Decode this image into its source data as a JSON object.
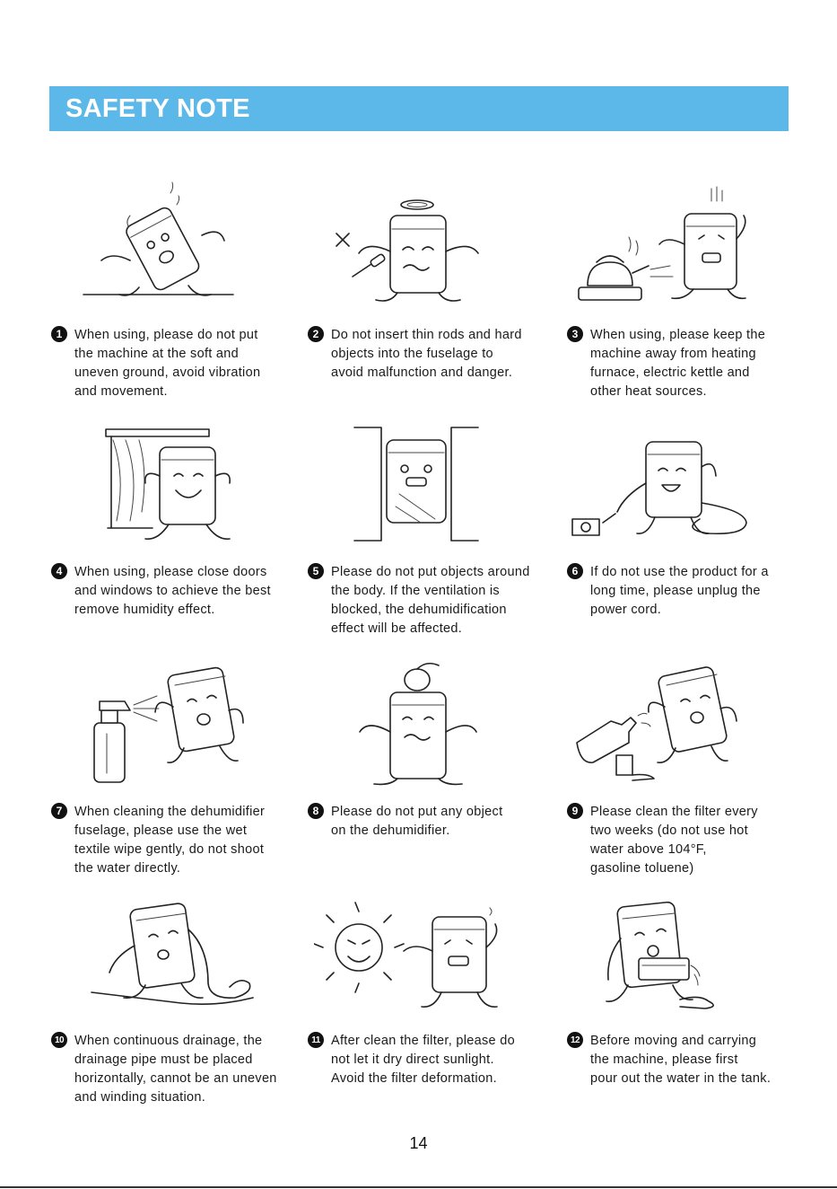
{
  "header": {
    "title": "SAFETY NOTE",
    "color": "#5bb8e8"
  },
  "items": [
    {
      "num": "1",
      "text": "When using, please do not put\nthe machine at the soft and\nuneven ground, avoid vibration\nand movement.",
      "icon": "tilted-dehumidifier-icon"
    },
    {
      "num": "2",
      "text": "Do not insert thin rods and hard\nobjects into the fuselage to\navoid malfunction and danger.",
      "icon": "screwdriver-icon"
    },
    {
      "num": "3",
      "text": "When using, please keep the\nmachine away from heating\nfurnace, electric kettle and\nother heat sources.",
      "icon": "kettle-icon"
    },
    {
      "num": "4",
      "text": "When using, please close doors\nand windows to achieve the best\nremove humidity effect.",
      "icon": "window-curtain-icon"
    },
    {
      "num": "5",
      "text": "Please do not put objects around\nthe body. If the ventilation is\nblocked, the dehumidification\neffect will be affected.",
      "icon": "blocked-walls-icon"
    },
    {
      "num": "6",
      "text": "If do not use the product for a\nlong time, please unplug the\npower cord.",
      "icon": "unplug-icon"
    },
    {
      "num": "7",
      "text": "When cleaning the dehumidifier\nfuselage, please use the wet\ntextile wipe gently, do not shoot\nthe water directly.",
      "icon": "spray-bottle-icon"
    },
    {
      "num": "8",
      "text": "Please do not put any object\non the dehumidifier.",
      "icon": "object-on-top-icon"
    },
    {
      "num": "9",
      "text": "Please clean the filter every\ntwo weeks (do not use hot\nwater above 104°F,\ngasoline toluene)",
      "icon": "bottle-icon"
    },
    {
      "num": "10",
      "text": "When continuous drainage, the\ndrainage pipe must be placed\nhorizontally, cannot be an uneven\nand winding situation.",
      "icon": "drain-hose-icon"
    },
    {
      "num": "11",
      "text": "After clean the filter, please do\nnot let it dry direct sunlight.\nAvoid the filter deformation.",
      "icon": "sun-icon"
    },
    {
      "num": "12",
      "text": "Before moving and carrying\nthe machine, please first\npour out the water in the tank.",
      "icon": "water-tank-icon"
    }
  ],
  "footer": {
    "page_number": "14"
  }
}
